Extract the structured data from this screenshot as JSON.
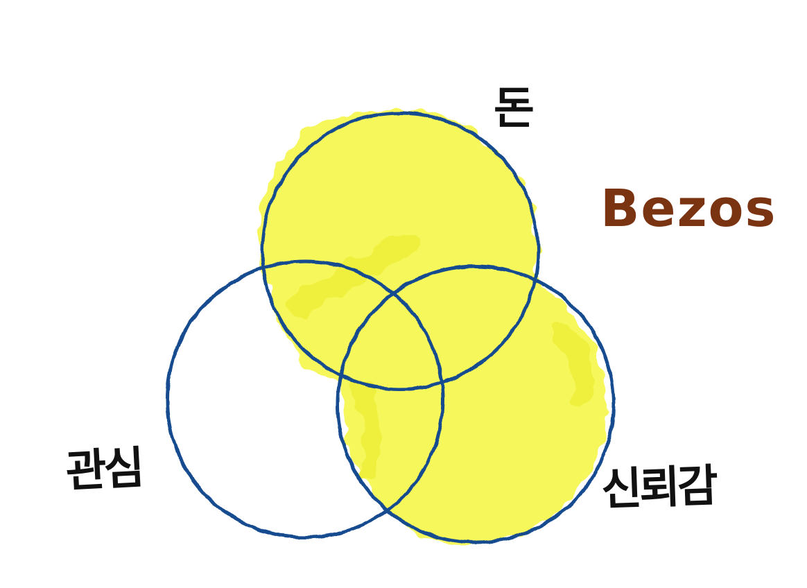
{
  "diagram": {
    "circles": [
      {
        "id": "top",
        "label": "돈"
      },
      {
        "id": "left",
        "label": "관심"
      },
      {
        "id": "right",
        "label": "신뢰감"
      }
    ],
    "annotation": "Bezos",
    "colors": {
      "circle_stroke": "#144c8f",
      "highlight": "#f6f75a",
      "highlight_dark": "#eef03c",
      "text_black": "#111111",
      "annotation_brown": "#7a3412"
    }
  }
}
